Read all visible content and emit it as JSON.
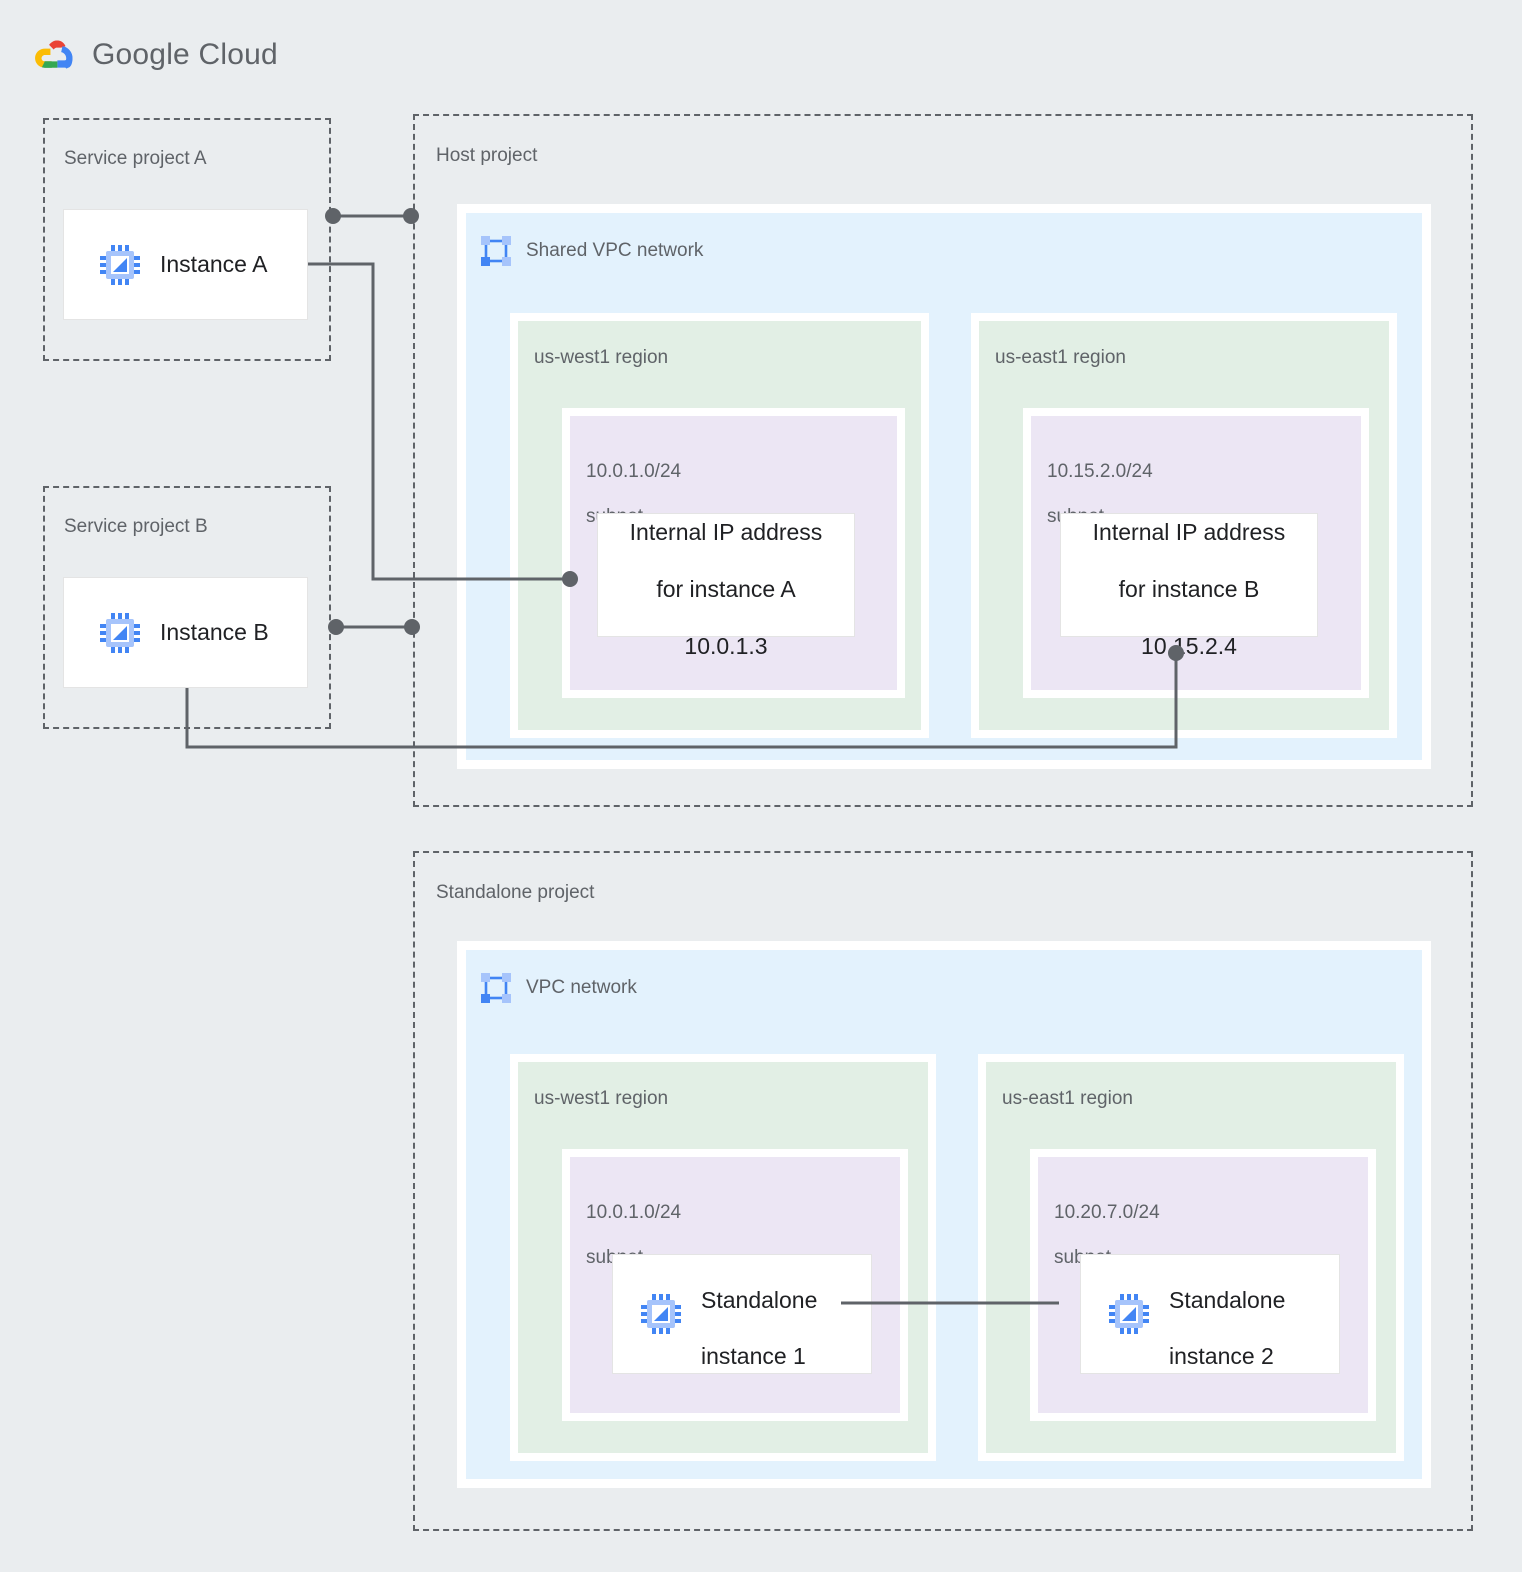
{
  "header": {
    "brand_google": "Google",
    "brand_cloud": "Cloud",
    "logo_icon": "google-cloud-logo"
  },
  "colors": {
    "page_background": "#eaedef",
    "vpc_fill": "#e3f2fd",
    "region_fill": "#e2efe5",
    "subnet_fill": "#ece6f4",
    "card_fill": "#ffffff",
    "text_primary": "#202124",
    "text_secondary": "#5f6368",
    "connector": "#5f6368",
    "logo_red": "#ea4335",
    "logo_blue": "#4285f4",
    "logo_yellow": "#fbbc05",
    "logo_green": "#34a853",
    "icon_blue": "#4285f4",
    "icon_blue_light": "#a6c4fb"
  },
  "service_projects": [
    {
      "label": "Service project A",
      "instance": {
        "label": "Instance A",
        "icon": "vm-instance-icon"
      }
    },
    {
      "label": "Service project B",
      "instance": {
        "label": "Instance B",
        "icon": "vm-instance-icon"
      }
    }
  ],
  "host_project": {
    "label": "Host project",
    "network": {
      "label": "Shared VPC network",
      "icon": "vpc-network-icon",
      "regions": [
        {
          "label": "us-west1 region",
          "subnet": {
            "cidr": "10.0.1.0/24",
            "type": "subnet",
            "resource": {
              "line1": "Internal IP address",
              "line2": "for instance A",
              "line3": "10.0.1.3"
            }
          }
        },
        {
          "label": "us-east1 region",
          "subnet": {
            "cidr": "10.15.2.0/24",
            "type": "subnet",
            "resource": {
              "line1": "Internal IP address",
              "line2": "for instance B",
              "line3": "10.15.2.4"
            }
          }
        }
      ]
    }
  },
  "standalone_project": {
    "label": "Standalone project",
    "network": {
      "label": "VPC network",
      "icon": "vpc-network-icon",
      "regions": [
        {
          "label": "us-west1 region",
          "subnet": {
            "cidr": "10.0.1.0/24",
            "type": "subnet",
            "resource": {
              "line1": "Standalone",
              "line2": "instance 1",
              "icon": "vm-instance-icon"
            }
          }
        },
        {
          "label": "us-east1 region",
          "subnet": {
            "cidr": "10.20.7.0/24",
            "type": "subnet",
            "resource": {
              "line1": "Standalone",
              "line2": "instance 2",
              "icon": "vm-instance-icon"
            }
          }
        }
      ]
    }
  },
  "connectors": [
    {
      "name": "service-project-a-to-host-project",
      "kind": "dot-line-dot"
    },
    {
      "name": "instance-a-to-internal-ip-a",
      "kind": "elbow-dot"
    },
    {
      "name": "service-project-b-to-host-project",
      "kind": "dot-line-dot"
    },
    {
      "name": "instance-b-to-internal-ip-b",
      "kind": "elbow-dot"
    },
    {
      "name": "standalone-instance-1-to-standalone-instance-2",
      "kind": "line"
    }
  ]
}
